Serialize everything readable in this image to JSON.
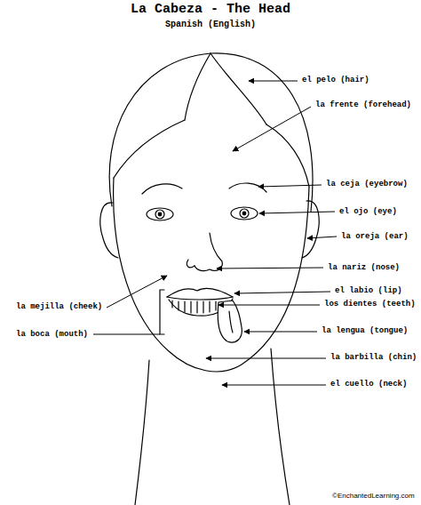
{
  "diagram": {
    "title": "La Cabeza - The Head",
    "labels": [
      "Spanish (English)",
      "el pelo (hair)",
      "la frente (forehead)",
      "la ceja (eyebrow)",
      "el ojo (eye)",
      "la oreja (ear)",
      "la nariz (nose)",
      "la mejilla (cheek)",
      "el labio (lip)",
      "los dientes (teeth)",
      "la boca (mouth)",
      "la lengua (tongue)",
      "la barbilla (chin)",
      "el cuello (neck)",
      "©EnchantedLearning.com"
    ]
  }
}
